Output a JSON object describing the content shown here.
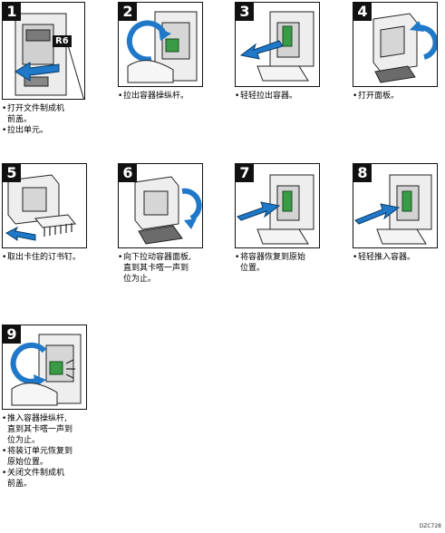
{
  "steps": [
    {
      "number": "1",
      "label": "R6",
      "captions": [
        "打开文件制成机\n前盖。",
        "拉出单元。"
      ]
    },
    {
      "number": "2",
      "captions": [
        "拉出容器操纵杆。"
      ]
    },
    {
      "number": "3",
      "captions": [
        "轻轻拉出容器。"
      ]
    },
    {
      "number": "4",
      "captions": [
        "打开面板。"
      ]
    },
    {
      "number": "5",
      "captions": [
        "取出卡住的订书钉。"
      ]
    },
    {
      "number": "6",
      "captions": [
        "向下拉动容器面板,\n直到其卡嗒一声到\n位为止。"
      ]
    },
    {
      "number": "7",
      "captions": [
        "将容器恢复到原始\n位置。"
      ]
    },
    {
      "number": "8",
      "captions": [
        "轻轻推入容器。"
      ]
    },
    {
      "number": "9",
      "captions": [
        "推入容器操纵杆,\n直到其卡嗒一声到\n位为止。",
        "将装订单元恢复到\n原始位置。",
        "关闭文件制成机\n前盖。"
      ]
    }
  ],
  "bullet": "•",
  "doc_code": "DZC728",
  "colors": {
    "accent_blue": "#1f78c8",
    "accent_green": "#3a9b47",
    "dark": "#111111"
  }
}
